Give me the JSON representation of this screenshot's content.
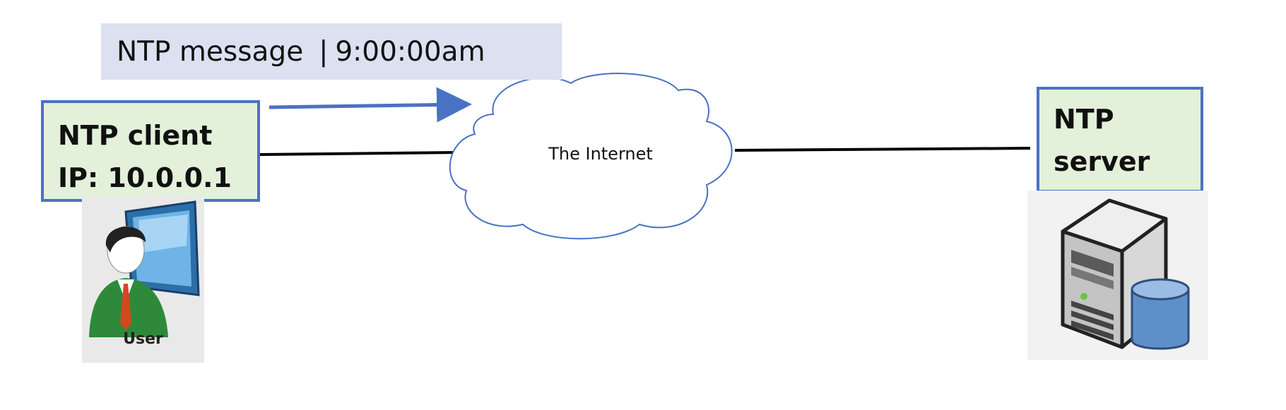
{
  "message": {
    "label": "NTP message",
    "separator": "|",
    "time": "9:00:00am",
    "background": "#dbe1f1"
  },
  "client": {
    "line1": "NTP client",
    "line2": "IP: 10.0.0.1",
    "icon": "user-at-computer-icon",
    "caption": "User"
  },
  "internet": {
    "label": "The Internet",
    "icon": "cloud-icon"
  },
  "server": {
    "line1": "NTP",
    "line2": "server",
    "icon": "server-with-database-icon"
  },
  "colors": {
    "box_fill": "#e3f0da",
    "box_border": "#4a72c4",
    "arrow": "#4a72c4",
    "connector": "#000000"
  }
}
